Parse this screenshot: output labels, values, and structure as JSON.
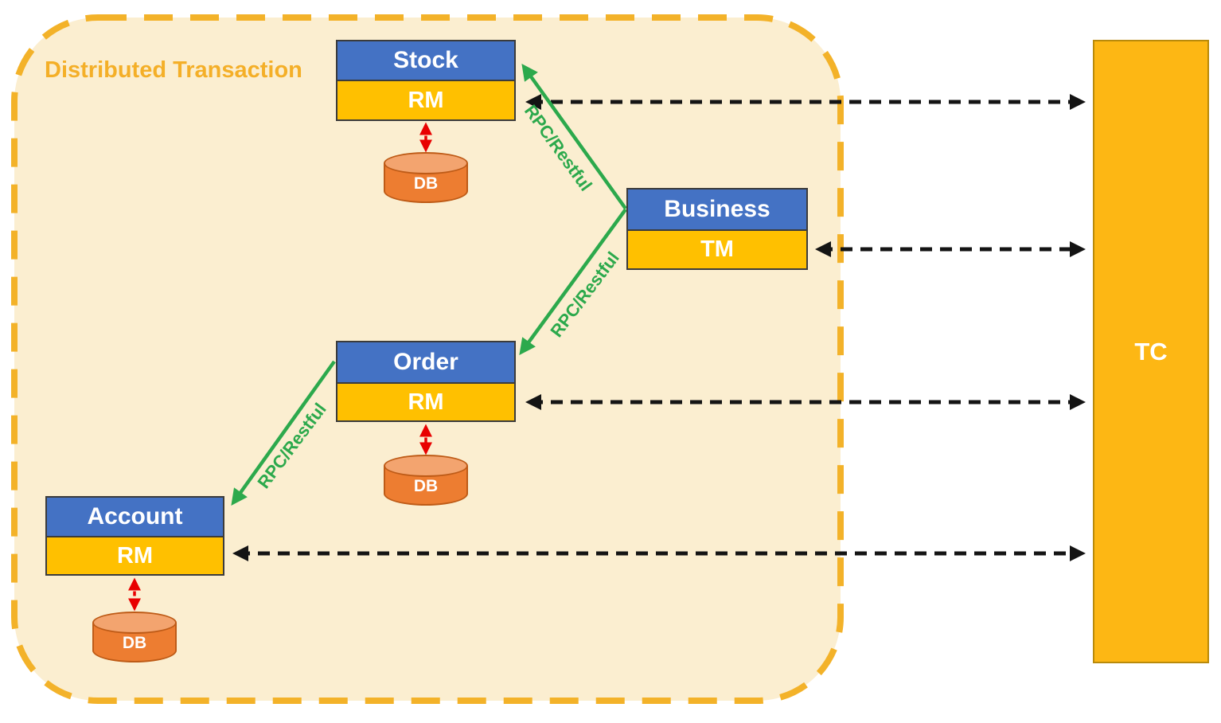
{
  "diagram": {
    "title": "Distributed Transaction"
  },
  "services": [
    {
      "name": "Stock",
      "role": "RM"
    },
    {
      "name": "Business",
      "role": "TM"
    },
    {
      "name": "Order",
      "role": "RM"
    },
    {
      "name": "Account",
      "role": "RM"
    }
  ],
  "databases": [
    {
      "label": "DB"
    },
    {
      "label": "DB"
    },
    {
      "label": "DB"
    }
  ],
  "coordinator": {
    "label": "TC"
  },
  "edges": {
    "rpc_label_business_stock": "RPC/Restful",
    "rpc_label_business_order": "RPC/Restful",
    "rpc_label_order_account": "RPC/Restful"
  },
  "colors": {
    "container_border": "#F3B229",
    "container_fill": "#FBEED0",
    "title_text": "#F4AF28",
    "service_header_blue": "#4472C4",
    "service_role_gold": "#FFC000",
    "box_border": "#3B3B3B",
    "db_body_orange": "#ED7D31",
    "db_top_orange": "#F3A46F",
    "db_border": "#BE5B17",
    "tc_fill": "#FDB714",
    "rpc_arrow_green": "#2CA94C",
    "tc_link_black": "#141414",
    "db_link_red": "#E80000"
  }
}
